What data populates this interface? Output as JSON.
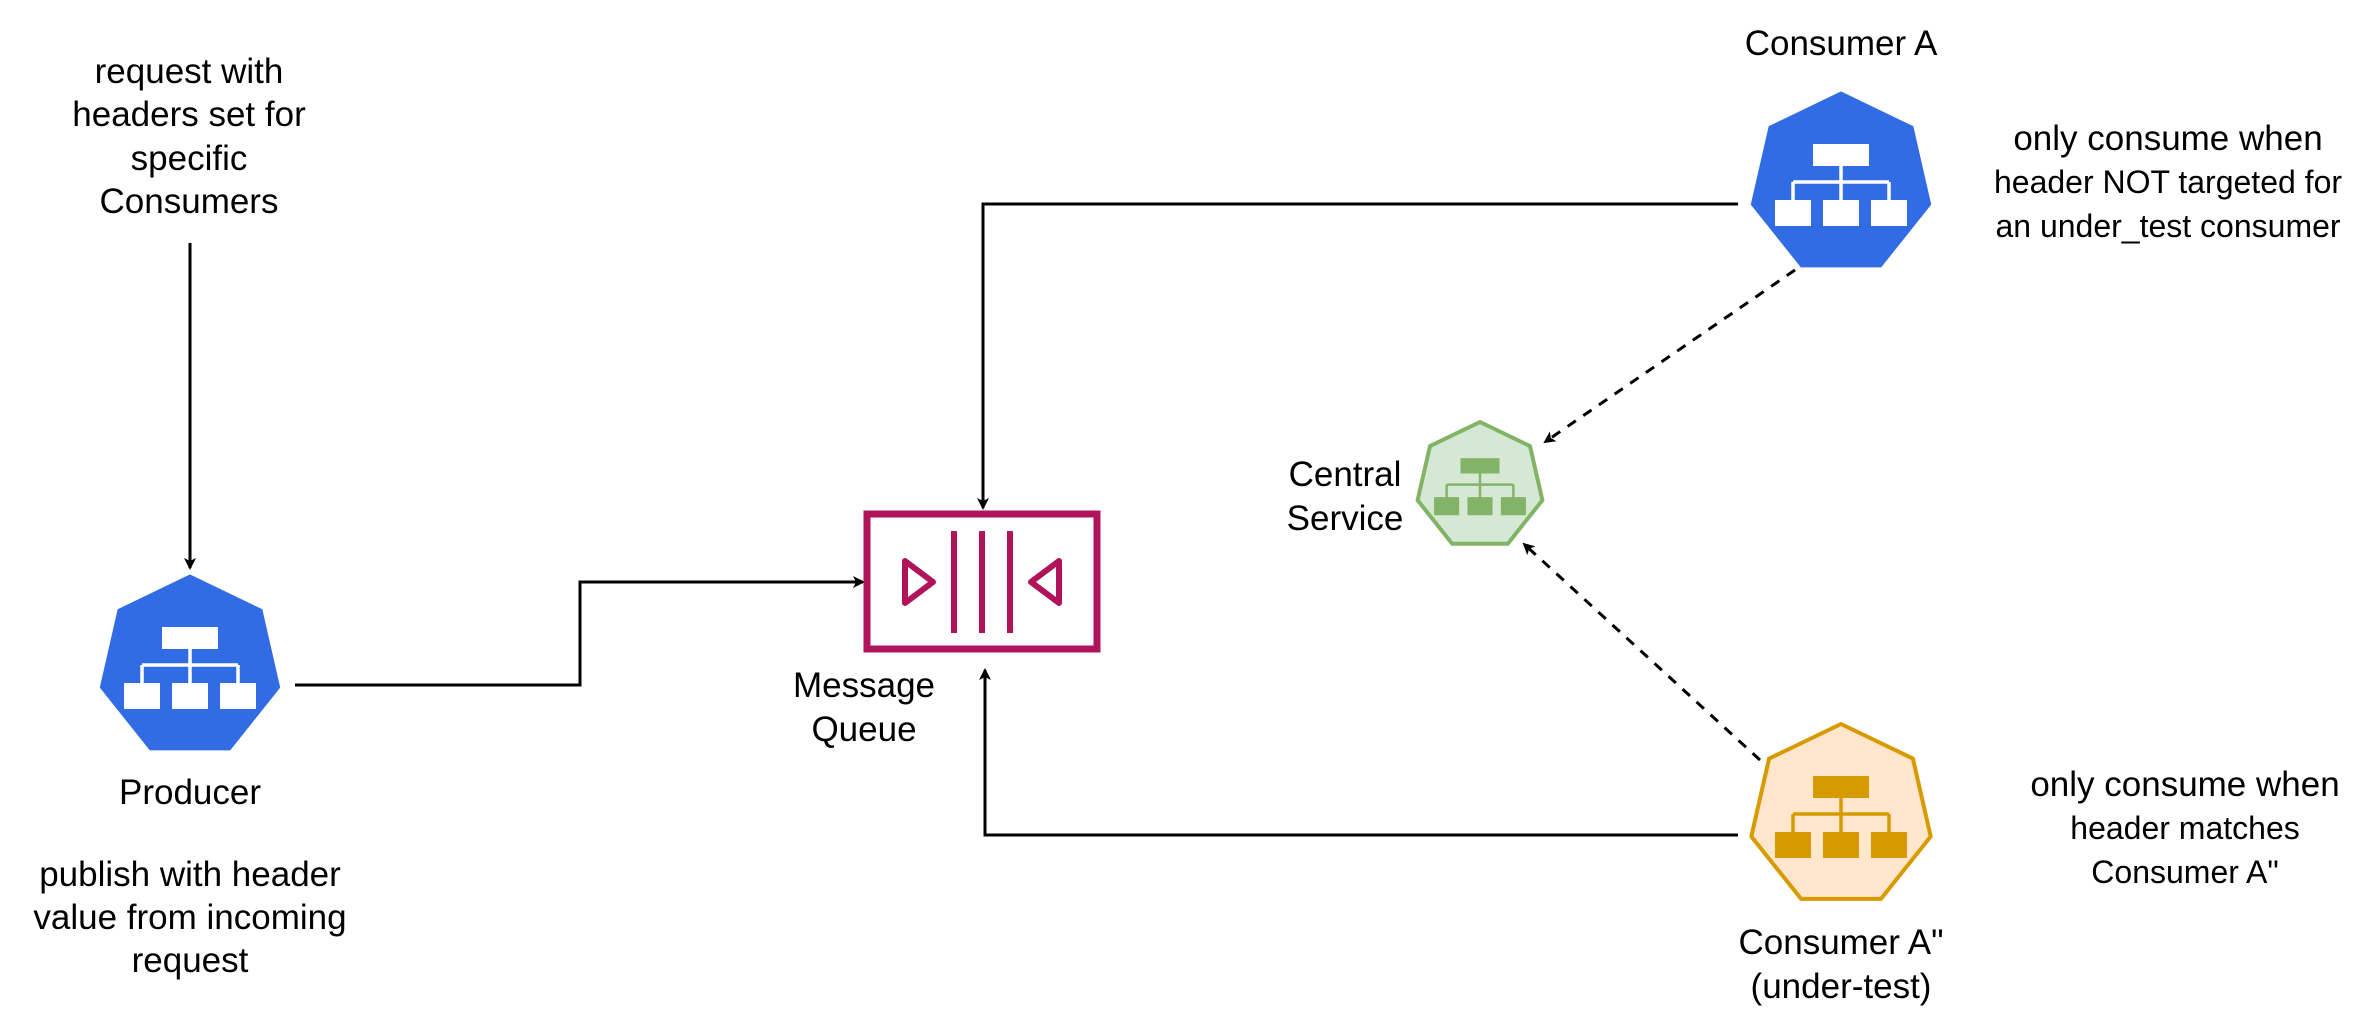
{
  "colors": {
    "k8s_blue": "#326CE5",
    "k8s_white": "#FFFFFF",
    "central_fill": "#D5E8D4",
    "central_stroke": "#82B366",
    "under_test_fill": "#FFE6CC",
    "under_test_stroke": "#D79B00",
    "queue_color": "#B0135A",
    "edge": "#000000"
  },
  "nodes": {
    "producer": {
      "label": "Producer",
      "icon": "kubernetes-service-icon"
    },
    "queue": {
      "label_lines": [
        "Message",
        "Queue"
      ],
      "icon": "message-queue-icon"
    },
    "central": {
      "label_lines": [
        "Central",
        "Service"
      ],
      "icon": "kubernetes-service-icon"
    },
    "consumer_a": {
      "label": "Consumer A",
      "icon": "kubernetes-service-icon"
    },
    "consumer_a_test": {
      "label_lines": [
        "Consumer A\"",
        "(under-test)"
      ],
      "icon": "kubernetes-service-icon"
    }
  },
  "notes": {
    "incoming": [
      "request with",
      "headers set for",
      "specific",
      "Consumers"
    ],
    "producer": [
      "publish with header",
      "value from incoming",
      "request"
    ],
    "consumer_a": [
      "only consume when",
      "header NOT targeted for",
      "an under_test consumer"
    ],
    "consumer_a_test": [
      "only consume when",
      "header matches",
      "Consumer A\""
    ]
  },
  "edges": [
    {
      "from": "incoming-request",
      "to": "producer",
      "style": "solid"
    },
    {
      "from": "producer",
      "to": "queue",
      "style": "solid"
    },
    {
      "from": "consumer_a",
      "to": "queue",
      "style": "solid"
    },
    {
      "from": "consumer_a_test",
      "to": "queue",
      "style": "solid"
    },
    {
      "from": "consumer_a",
      "to": "central",
      "style": "dashed"
    },
    {
      "from": "consumer_a_test",
      "to": "central",
      "style": "dashed"
    }
  ]
}
